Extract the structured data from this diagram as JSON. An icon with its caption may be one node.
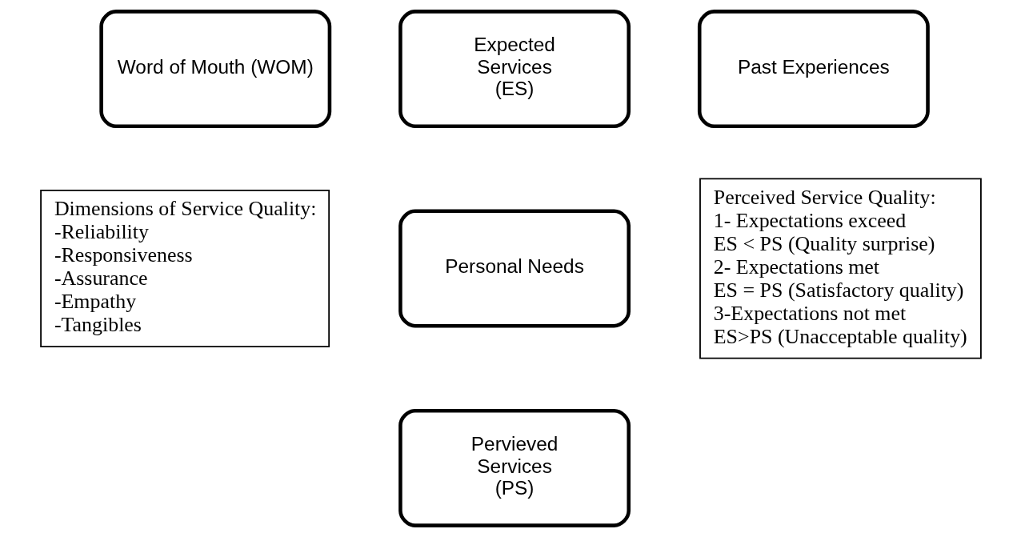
{
  "diagram": {
    "nodes": [
      {
        "text": [
          "Word of Mouth (WOM)"
        ]
      },
      {
        "text": [
          "Expected Services (ES)"
        ]
      },
      {
        "text": [
          "Past Experiences"
        ]
      },
      {
        "text": [
          "Dimensions of Service Quality:",
          "-Reliability",
          "-Responsiveness",
          "-Assurance",
          "-Empathy",
          "-Tangibles"
        ]
      },
      {
        "text": [
          "Personal Needs"
        ]
      },
      {
        "text": [
          "Pervieved Services (PS)"
        ]
      },
      {
        "text": [
          "Perceived Service Quality:",
          "1- Expectations exceed",
          "ES < PS (Quality surprise)",
          "2- Expectations met",
          "ES = PS (Satisfactory quality)",
          "3-Expectations not met",
          "ES>PS (Unacceptable quality)"
        ]
      }
    ],
    "edges": []
  }
}
